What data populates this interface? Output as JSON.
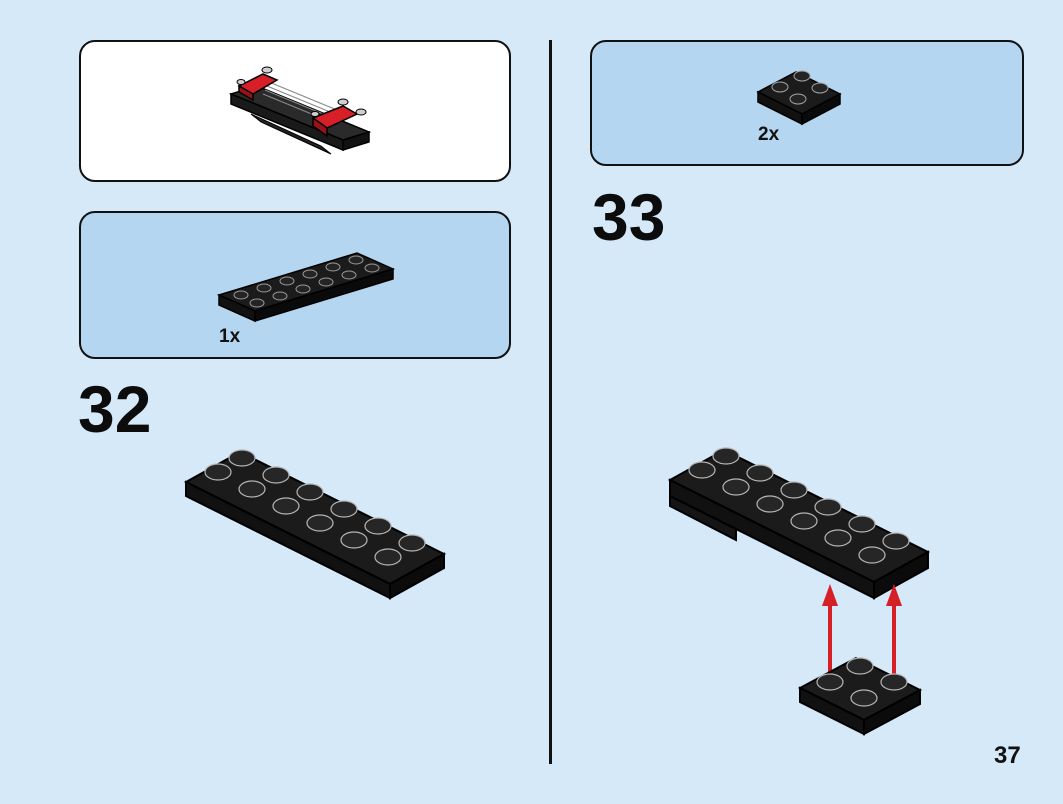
{
  "page": {
    "number": "37",
    "background": "#d6e9f8"
  },
  "left": {
    "preview": {
      "model": "red-black-car-assembly"
    },
    "parts": {
      "quantity": "1x",
      "part": "plate-2x6-black"
    },
    "step": {
      "number": "32"
    }
  },
  "right": {
    "parts": {
      "quantity": "2x",
      "part": "plate-2x2-black"
    },
    "step": {
      "number": "33"
    }
  },
  "colors": {
    "panel_blue": "#b4d6f1",
    "arrow_red": "#d61f26",
    "brick_black": "#1b1b1b"
  }
}
